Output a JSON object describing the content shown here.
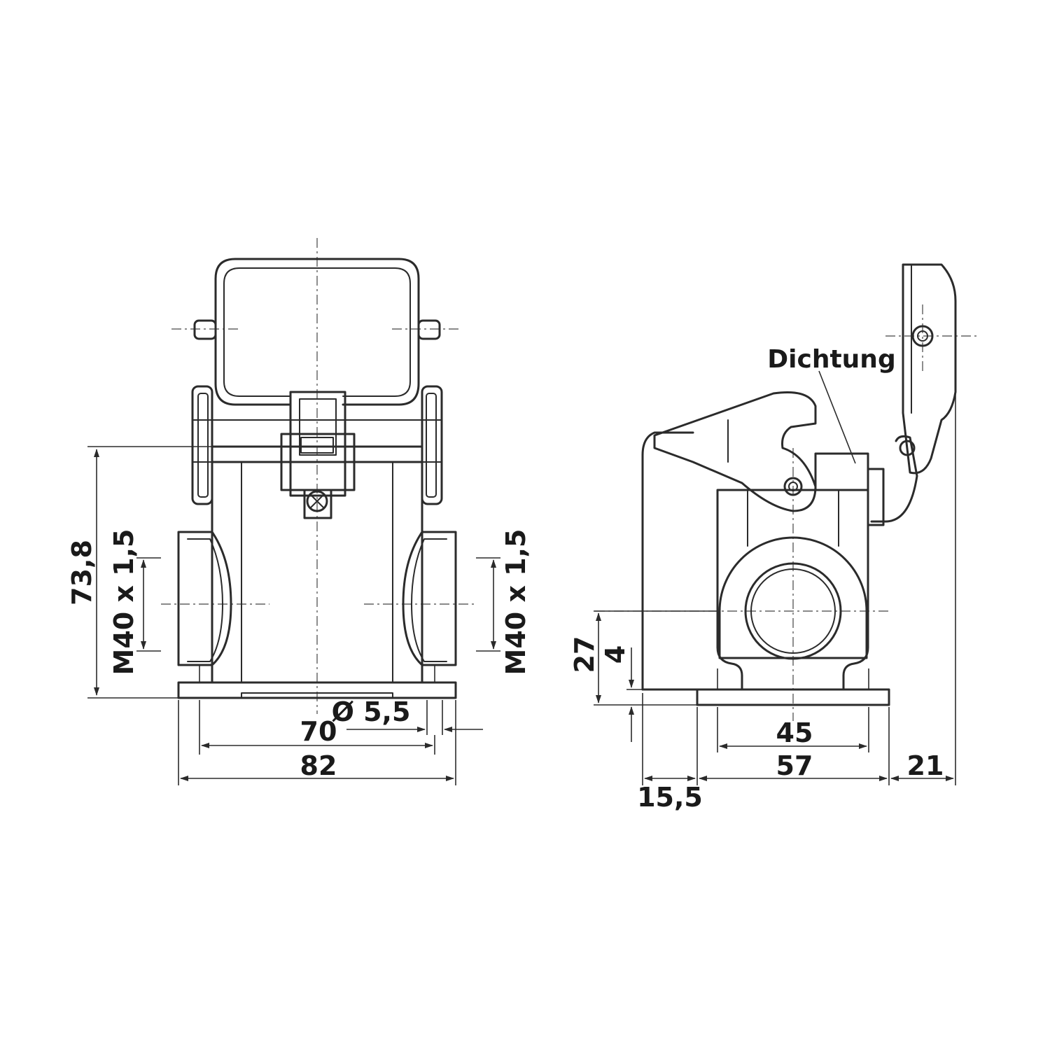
{
  "front_view": {
    "dims": {
      "height": "73,8",
      "thread_left": "M40 x 1,5",
      "thread_right": "M40 x 1,5",
      "hole_dia": "Ø 5,5",
      "hole_spacing": "70",
      "width": "82"
    }
  },
  "side_view": {
    "label": "Dichtung",
    "dims": {
      "thread_height": "27",
      "flange_thickness": "4",
      "hole_spacing": "45",
      "base_length": "57",
      "rear_overhang": "15,5",
      "lid_offset": "21"
    }
  },
  "colors": {
    "line": "#2b2b2b",
    "background": "#ffffff"
  }
}
